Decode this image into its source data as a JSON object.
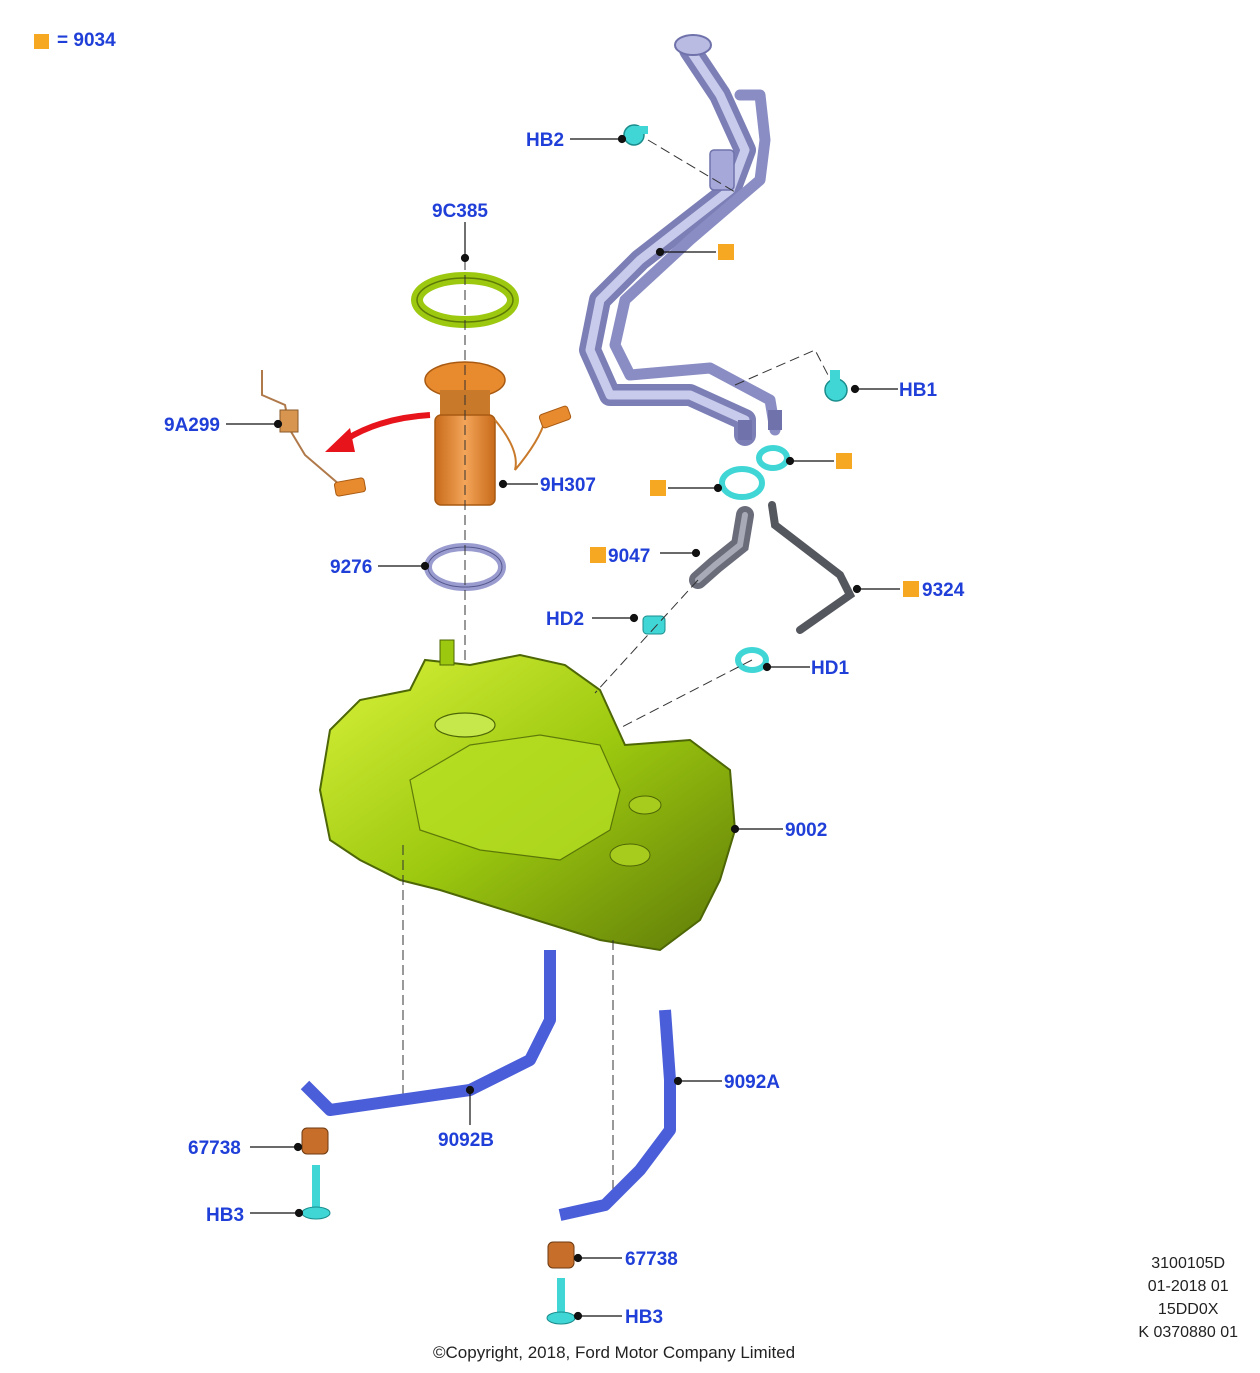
{
  "legend": {
    "marker_text": "= 9034",
    "marker_color": "#f7a823"
  },
  "labels": {
    "hb2": "HB2",
    "hb1": "HB1",
    "c9c385": "9C385",
    "c9a299": "9A299",
    "c9h307": "9H307",
    "c9276": "9276",
    "c9047": "9047",
    "c9324": "9324",
    "hd2": "HD2",
    "hd1": "HD1",
    "c9002": "9002",
    "c9092a": "9092A",
    "c9092b": "9092B",
    "c67738_left": "67738",
    "c67738_right": "67738",
    "hb3_left": "HB3",
    "hb3_right": "HB3"
  },
  "meta": {
    "line1": "3100105D",
    "line2": "01-2018 01",
    "line3": "15DD0X",
    "line4": "K 0370880 01"
  },
  "copyright": "©Copyright, 2018, Ford Motor Company Limited",
  "colors": {
    "label": "#1f3fd8",
    "tank": "#9cc80f",
    "pipe": "#9a9ccf",
    "clamp": "#41d6d6",
    "pump": "#e88a2e",
    "strap": "#4a5ed9",
    "marker": "#f7a823",
    "arrow": "#e8141c"
  }
}
